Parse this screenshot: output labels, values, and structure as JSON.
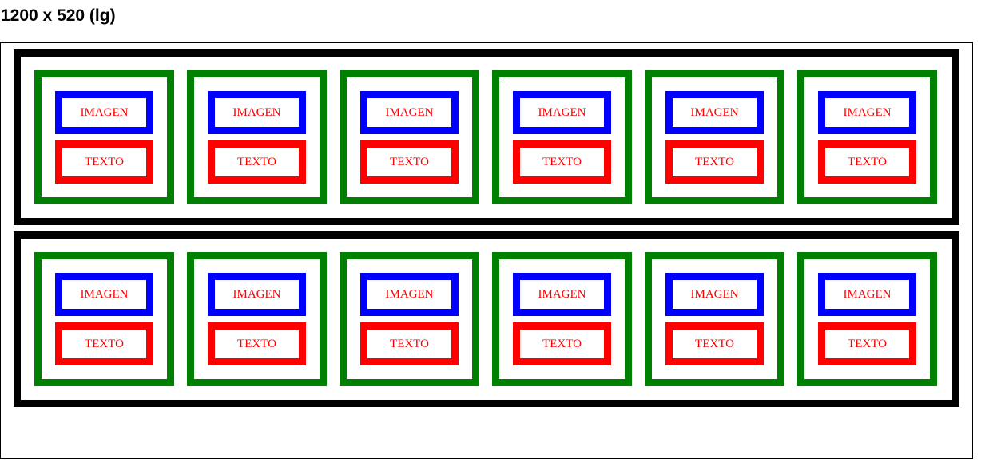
{
  "page": {
    "title": "1200 x 520 (lg)"
  },
  "grid": {
    "rows": [
      {
        "cards": [
          {
            "image_label": "IMAGEN",
            "text_label": "TEXTO"
          },
          {
            "image_label": "IMAGEN",
            "text_label": "TEXTO"
          },
          {
            "image_label": "IMAGEN",
            "text_label": "TEXTO"
          },
          {
            "image_label": "IMAGEN",
            "text_label": "TEXTO"
          },
          {
            "image_label": "IMAGEN",
            "text_label": "TEXTO"
          },
          {
            "image_label": "IMAGEN",
            "text_label": "TEXTO"
          }
        ]
      },
      {
        "cards": [
          {
            "image_label": "IMAGEN",
            "text_label": "TEXTO"
          },
          {
            "image_label": "IMAGEN",
            "text_label": "TEXTO"
          },
          {
            "image_label": "IMAGEN",
            "text_label": "TEXTO"
          },
          {
            "image_label": "IMAGEN",
            "text_label": "TEXTO"
          },
          {
            "image_label": "IMAGEN",
            "text_label": "TEXTO"
          },
          {
            "image_label": "IMAGEN",
            "text_label": "TEXTO"
          }
        ]
      }
    ]
  },
  "colors": {
    "row_border": "#000000",
    "card_border": "#008000",
    "image_border": "#0000ff",
    "text_border": "#ff0000",
    "label_text": "#ff0000"
  }
}
